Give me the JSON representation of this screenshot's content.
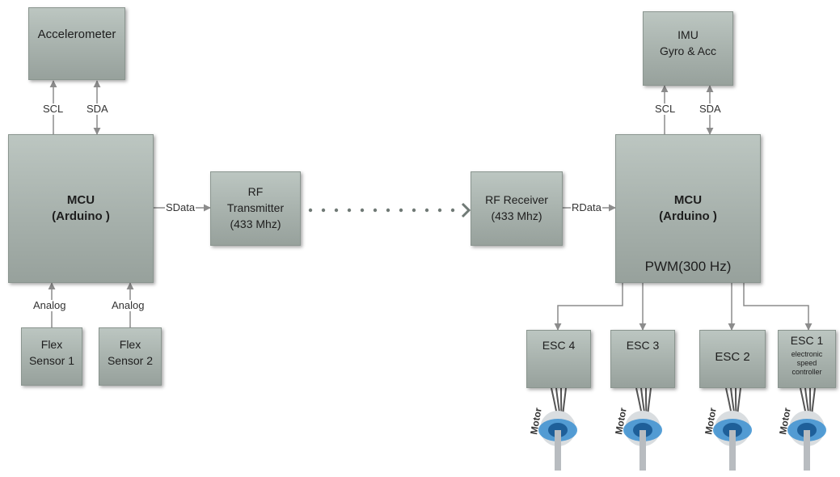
{
  "left": {
    "accelerometer": "Accelerometer",
    "scl": "SCL",
    "sda": "SDA",
    "mcu_title": "MCU",
    "mcu_sub": "(Arduino )",
    "sdata": "SData",
    "analog1": "Analog",
    "analog2": "Analog",
    "flex1_l1": "Flex",
    "flex1_l2": "Sensor 1",
    "flex2_l1": "Flex",
    "flex2_l2": "Sensor 2"
  },
  "link": {
    "tx_l1": "RF",
    "tx_l2": "Transmitter",
    "tx_l3": "(433 Mhz)",
    "rx_l1": "RF Receiver",
    "rx_l2": "(433 Mhz)",
    "rdata": "RData"
  },
  "right": {
    "imu_l1": "IMU",
    "imu_l2": "Gyro & Acc",
    "scl": "SCL",
    "sda": "SDA",
    "mcu_title": "MCU",
    "mcu_sub": "(Arduino )",
    "pwm": "PWM(300 Hz)",
    "esc4": "ESC 4",
    "esc3": "ESC 3",
    "esc2": "ESC 2",
    "esc1": "ESC 1",
    "esc1_desc": [
      "electronic",
      "speed",
      "controller"
    ],
    "motor_label": "Motor"
  },
  "colors": {
    "box": "#a7b1ac",
    "wire": "#8c8c8c",
    "dots": "#707a76",
    "propeller": "#3a8fd0"
  }
}
